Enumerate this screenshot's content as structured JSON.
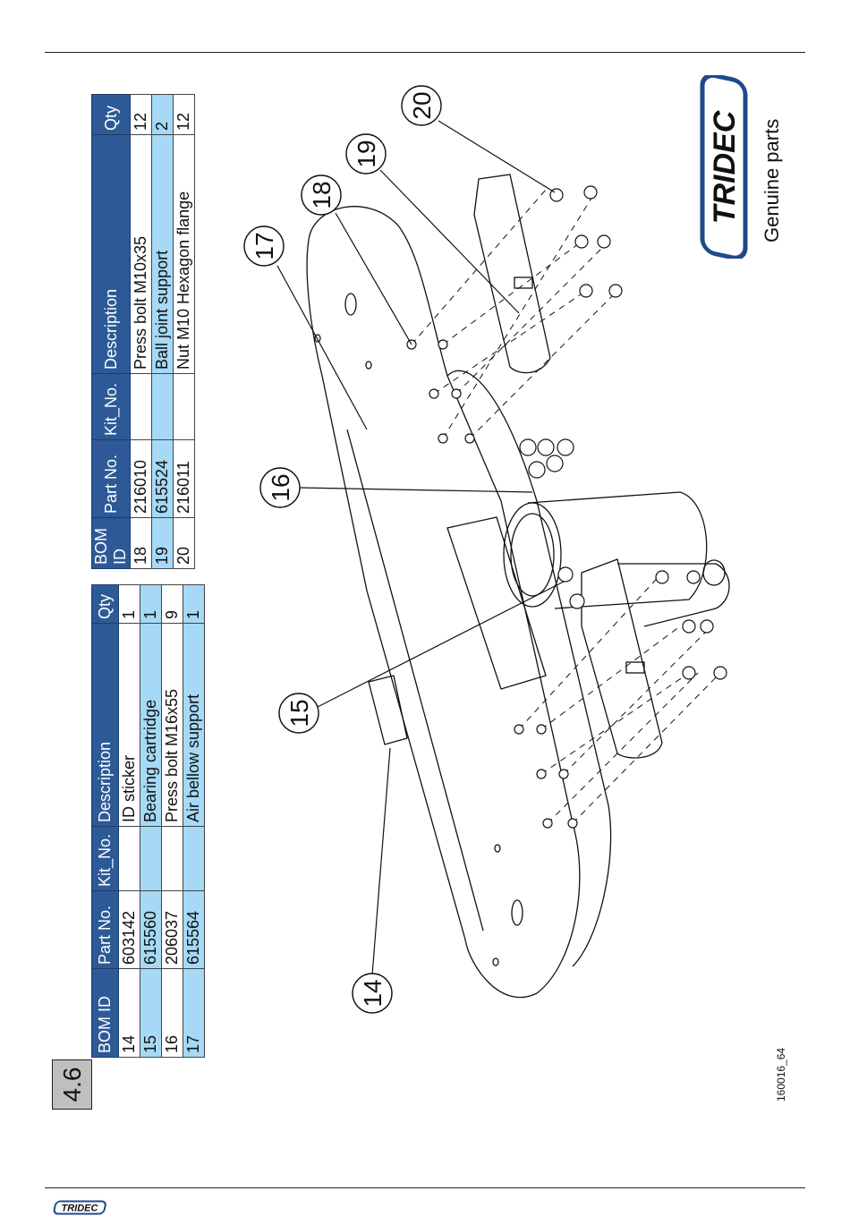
{
  "section": "4.6",
  "drawing_ref": "160016_64",
  "brand": {
    "name": "TRIDEC",
    "tagline": "Genuine parts"
  },
  "table_headers": [
    "BOM ID",
    "Part No.",
    "Kit_No.",
    "Description",
    "Qty"
  ],
  "table1": [
    [
      "14",
      "603142",
      "",
      "ID sticker",
      "1"
    ],
    [
      "15",
      "615560",
      "",
      "Bearing cartridge",
      "1"
    ],
    [
      "16",
      "206037",
      "",
      "Press bolt M16x55",
      "9"
    ],
    [
      "17",
      "615564",
      "",
      "Air bellow support",
      "1"
    ]
  ],
  "table2": [
    [
      "18",
      "216010",
      "",
      "Press bolt M10x35",
      "12"
    ],
    [
      "19",
      "615524",
      "",
      "Ball joint support",
      "2"
    ],
    [
      "20",
      "216011",
      "",
      "Nut M10 Hexagon flange",
      "12"
    ]
  ],
  "callouts": [
    "14",
    "15",
    "16",
    "17",
    "18",
    "19",
    "20"
  ],
  "colors": {
    "header": "#2d5a96",
    "row_highlight": "#a5d9f6",
    "section_box": "#bfbfbf",
    "brand_blue": "#1e4a8c"
  }
}
